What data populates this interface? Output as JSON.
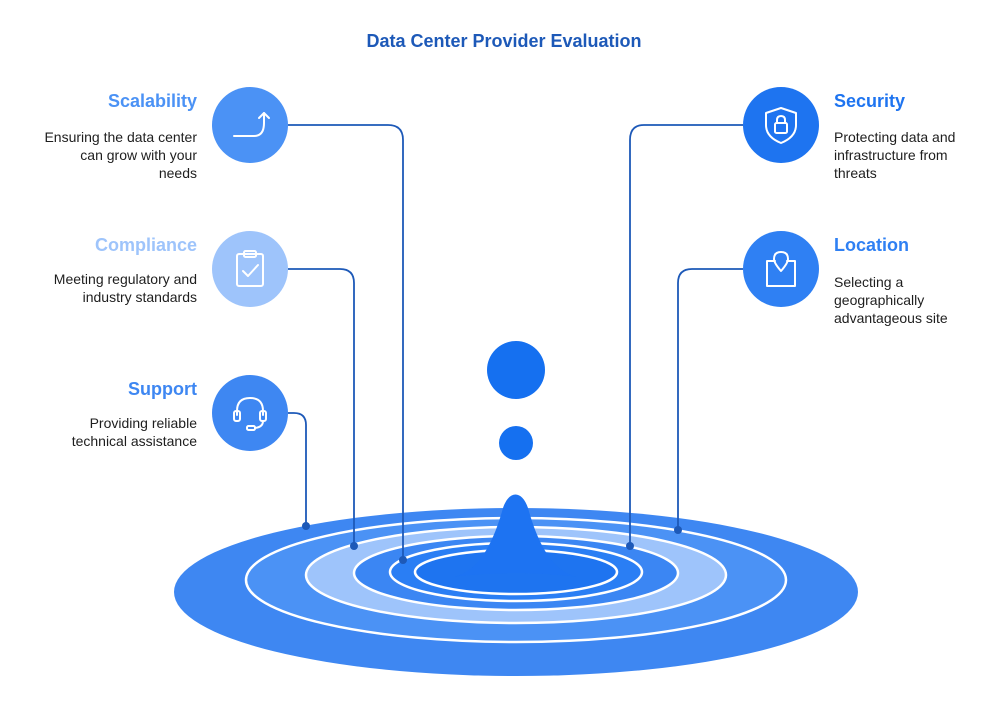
{
  "title": "Data Center Provider Evaluation",
  "colors": {
    "title": "#1d59b8",
    "line": "#1d59b8",
    "scalability": "#4b92f5",
    "compliance": "#9ec4fb",
    "support": "#3e87f2",
    "security": "#1e74f0",
    "location": "#2f80f3"
  },
  "factors": {
    "scalability": {
      "heading": "Scalability",
      "description_lines": [
        "Ensuring the data center",
        "can grow with your",
        "needs"
      ],
      "icon": "trend-up-icon"
    },
    "compliance": {
      "heading": "Compliance",
      "description_lines": [
        "Meeting regulatory and",
        "industry standards"
      ],
      "icon": "clipboard-check-icon"
    },
    "support": {
      "heading": "Support",
      "description_lines": [
        "Providing reliable",
        "technical assistance"
      ],
      "icon": "headset-icon"
    },
    "security": {
      "heading": "Security",
      "description_lines": [
        "Protecting data and",
        "infrastructure from",
        "threats"
      ],
      "icon": "shield-lock-icon"
    },
    "location": {
      "heading": "Location",
      "description_lines": [
        "Selecting a",
        "geographically",
        "advantageous site"
      ],
      "icon": "map-pin-icon"
    }
  }
}
